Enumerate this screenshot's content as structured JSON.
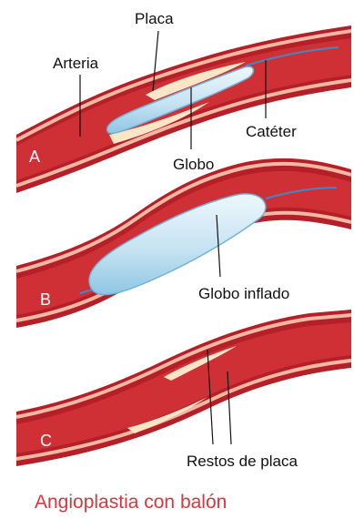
{
  "labels": {
    "placa": "Placa",
    "arteria": "Arteria",
    "cateter": "Catéter",
    "globo": "Globo",
    "globo_inflado": "Globo inflado",
    "restos_de_placa": "Restos de placa"
  },
  "panels": {
    "a": "A",
    "b": "B",
    "c": "C"
  },
  "title": "Angioplastia con balón",
  "colors": {
    "artery_outer": "#c4262c",
    "artery_wall_light": "#f2b8a4",
    "artery_inner": "#c82a30",
    "plaque": "#f8e6c6",
    "balloon": "#cfe6f2",
    "balloon_edge": "#6fb3d8",
    "catheter": "#3f88c5",
    "title": "#d9363e"
  }
}
